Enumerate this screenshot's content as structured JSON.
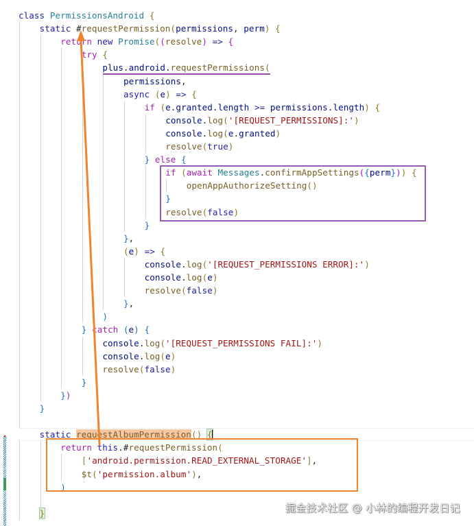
{
  "editor": {
    "language": "javascript",
    "lines": [
      {
        "n": 1,
        "indent": 0,
        "text": "class PermissionsAndroid {"
      },
      {
        "n": 2,
        "indent": 1,
        "text": "static #requestPermission(permissions, perm) {"
      },
      {
        "n": 3,
        "indent": 2,
        "text": "return new Promise((resolve) => {"
      },
      {
        "n": 4,
        "indent": 3,
        "text": "try {"
      },
      {
        "n": 5,
        "indent": 4,
        "text": "plus.android.requestPermissions("
      },
      {
        "n": 6,
        "indent": 5,
        "text": "permissions,"
      },
      {
        "n": 7,
        "indent": 5,
        "text": "async (e) => {"
      },
      {
        "n": 8,
        "indent": 6,
        "text": "if (e.granted.length >= permissions.length) {"
      },
      {
        "n": 9,
        "indent": 7,
        "text": "console.log('[REQUEST_PERMISSIONS]:')"
      },
      {
        "n": 10,
        "indent": 7,
        "text": "console.log(e.granted)"
      },
      {
        "n": 11,
        "indent": 7,
        "text": "resolve(true)"
      },
      {
        "n": 12,
        "indent": 6,
        "text": "} else {"
      },
      {
        "n": 13,
        "indent": 7,
        "text": "if (await Messages.confirmAppSettings({perm})) {"
      },
      {
        "n": 14,
        "indent": 8,
        "text": "openAppAuthorizeSetting()"
      },
      {
        "n": 15,
        "indent": 7,
        "text": "}"
      },
      {
        "n": 16,
        "indent": 7,
        "text": "resolve(false)"
      },
      {
        "n": 17,
        "indent": 6,
        "text": "}"
      },
      {
        "n": 18,
        "indent": 5,
        "text": "},"
      },
      {
        "n": 19,
        "indent": 5,
        "text": "(e) => {"
      },
      {
        "n": 20,
        "indent": 6,
        "text": "console.log('[REQUEST_PERMISSIONS ERROR]:')"
      },
      {
        "n": 21,
        "indent": 6,
        "text": "console.log(e)"
      },
      {
        "n": 22,
        "indent": 6,
        "text": "resolve(false)"
      },
      {
        "n": 23,
        "indent": 5,
        "text": "},"
      },
      {
        "n": 24,
        "indent": 4,
        "text": ")"
      },
      {
        "n": 25,
        "indent": 3,
        "text": "} catch (e) {"
      },
      {
        "n": 26,
        "indent": 4,
        "text": "console.log('[REQUEST_PERMISSIONS FAIL]:')"
      },
      {
        "n": 27,
        "indent": 4,
        "text": "console.log(e)"
      },
      {
        "n": 28,
        "indent": 4,
        "text": "resolve(false)"
      },
      {
        "n": 29,
        "indent": 3,
        "text": "}"
      },
      {
        "n": 30,
        "indent": 2,
        "text": "})"
      },
      {
        "n": 31,
        "indent": 1,
        "text": "}"
      },
      {
        "n": 32,
        "indent": 0,
        "text": ""
      },
      {
        "n": 33,
        "indent": 1,
        "text": "static requestAlbumPermission() {"
      },
      {
        "n": 34,
        "indent": 2,
        "text": "return this.#requestPermission("
      },
      {
        "n": 35,
        "indent": 3,
        "text": "['android.permission.READ_EXTERNAL_STORAGE'],"
      },
      {
        "n": 36,
        "indent": 3,
        "text": "$t('permission.album'),"
      },
      {
        "n": 37,
        "indent": 2,
        "text": ")"
      },
      {
        "n": 38,
        "indent": 0,
        "text": ""
      },
      {
        "n": 39,
        "indent": 1,
        "text": "}"
      }
    ],
    "selected_word": "requestAlbumPermission",
    "current_line": 33
  },
  "annotations": {
    "purple_underline": {
      "target": "plus.android.requestPermissions(",
      "color": "#9b4dae"
    },
    "purple_box": {
      "target_lines": [
        13,
        16
      ],
      "color": "#9b59b6"
    },
    "orange_box": {
      "target_lines": [
        34,
        37
      ],
      "color": "#f0832e"
    },
    "orange_arrow": {
      "from_line": 34,
      "to_line": 2,
      "color": "#f0832e"
    }
  },
  "watermark": {
    "text": "掘金技术社区 @ 小林的编程开发日记"
  },
  "colors": {
    "keyword": "#1f1fa8",
    "control": "#a121b0",
    "type": "#267f99",
    "function": "#795e26",
    "variable": "#001080",
    "string": "#a31515",
    "selection": "#f7c6a3"
  }
}
